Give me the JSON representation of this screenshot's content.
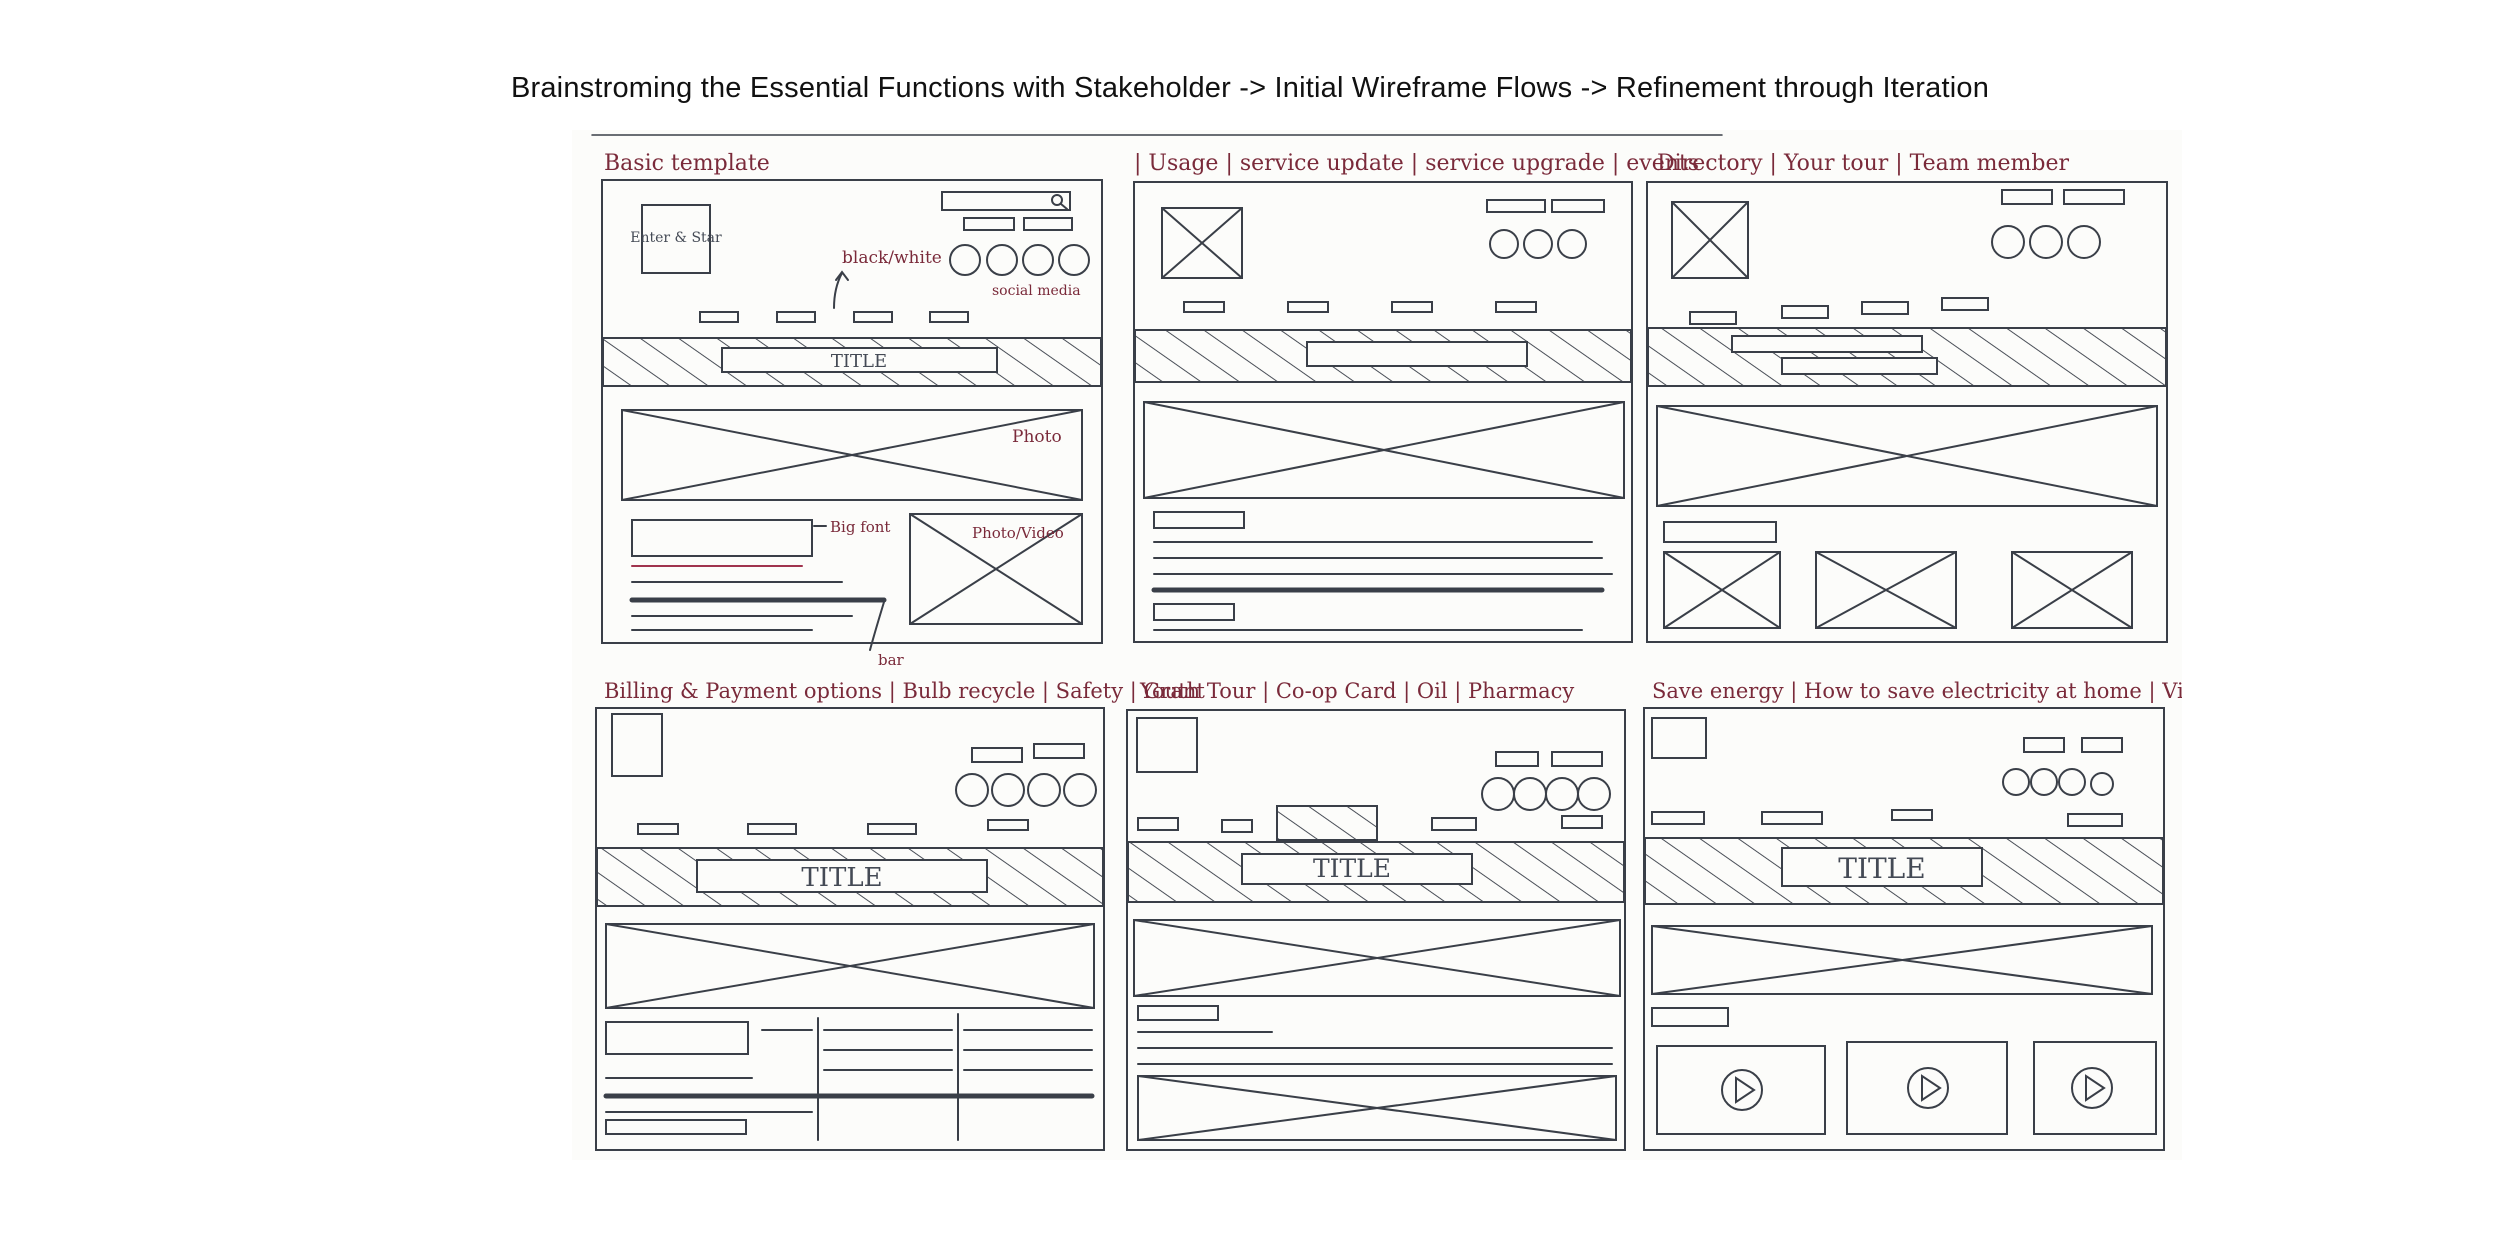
{
  "heading": "Brainstroming the Essential Functions with Stakeholder  -> Initial Wireframe Flows -> Refinement through Iteration",
  "colors": {
    "ink": "#3a3f48",
    "annotation": "#7a2a3a",
    "paper": "#fcfcfa"
  },
  "panels": [
    {
      "id": "p1",
      "label": "Basic template",
      "logo_text": "Enter & Star",
      "title_text": "TITLE",
      "notes": {
        "black_white": "black/white",
        "social_media": "social media",
        "photo": "Photo",
        "big_font": "Big font",
        "photo_video": "Photo/Video",
        "bar": "bar"
      }
    },
    {
      "id": "p2",
      "label": "| Usage | service update | service upgrade | events"
    },
    {
      "id": "p3",
      "label": "Directory | Your tour | Team member"
    },
    {
      "id": "p4",
      "label": "Billing & Payment options | Bulb recycle | Safety | Grant",
      "title_text": "TITLE"
    },
    {
      "id": "p5",
      "label": "Youth Tour | Co-op Card | Oil | Pharmacy",
      "title_text": "TITLE"
    },
    {
      "id": "p6",
      "label": "Save energy | How to save electricity at home | Video",
      "title_text": "TITLE"
    }
  ],
  "icons": {
    "video_play": "play-icon"
  }
}
